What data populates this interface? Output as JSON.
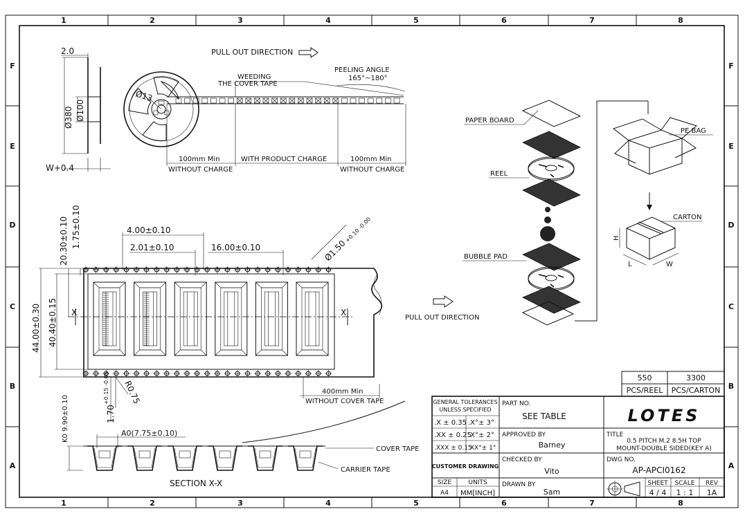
{
  "border": {
    "columns": [
      "1",
      "2",
      "3",
      "4",
      "5",
      "6",
      "7",
      "8"
    ],
    "rows": [
      "F",
      "E",
      "D",
      "C",
      "B",
      "A"
    ]
  },
  "reel_view": {
    "dim_flange": "2.0",
    "dim_outer": "Ø380",
    "dim_hub": "Ø100",
    "dim_arbor": "Ø13",
    "dim_width": "W+0.4"
  },
  "pull_out_top": "PULL OUT DIRECTION",
  "weeding_line1": "WEEDING",
  "weeding_line2": "THE COVER TAPE",
  "peeling_line1": "PEELING ANGLE",
  "peeling_line2": "165°~180°",
  "leader_sections": [
    {
      "line1": "100mm  Min",
      "line2": "WITHOUT  CHARGE"
    },
    {
      "line1": "WITH PRODUCT CHARGE",
      "line2": ""
    },
    {
      "line1": "100mm  Min",
      "line2": "WITHOUT  CHARGE"
    }
  ],
  "tape_dims": {
    "pitch_hole": "4.00±0.10",
    "hole_to_pocket": "2.01±0.10",
    "pocket_pitch": "16.00±0.10",
    "hole_dia": "Ø1.50",
    "hole_dia_tol": "+0.10 -0.00",
    "edge_to_center": "20.30±0.10",
    "edge_to_hole": "1.75±0.10",
    "tape_width": "44.00±0.30",
    "pocket_width": "40.40±0.15",
    "cavity_depth": "1.70",
    "cavity_tol": "+0.15 -0.05",
    "corner_radius": "R0.75",
    "section_mark": "X",
    "trail_len": "400mm  Min",
    "trail_note": "WITHOUT  COVER  TAPE"
  },
  "pull_out_mid": "PULL  OUT  DIRECTION",
  "section": {
    "k0": "K0  9.90±0.10",
    "a0": "A0(7.75±0.10)",
    "cover_tape": "COVER  TAPE",
    "carrier_tape": "CARRIER  TAPE",
    "title": "SECTION  X-X"
  },
  "packing": {
    "paper_board": "PAPER  BOARD",
    "reel": "REEL",
    "bubble_pad": "BUBBLE  PAD",
    "pe_bag": "PE  BAG",
    "carton": "CARTON",
    "h": "H",
    "l": "L",
    "w": "W"
  },
  "quantity": {
    "pcs_reel_value": "550",
    "pcs_carton_value": "3300",
    "pcs_reel_label": "PCS/REEL",
    "pcs_carton_label": "PCS/CARTON"
  },
  "title_block": {
    "tol_header1": "GENERAL TOLERANCES",
    "tol_header2": "UNLESS  SPECIFIED",
    "tol_rows": [
      {
        "lin": ".X ±  0.35",
        "ang": ".X°±  3°"
      },
      {
        "lin": ".XX ± 0.25",
        "ang": ".X°±  2°"
      },
      {
        "lin": ".XXX ± 0.15",
        "ang": ".XX°± 1°"
      }
    ],
    "customer_drawing": "CUSTOMER DRAWING",
    "size_label": "SIZE",
    "size_value": "A4",
    "units_label": "UNITS",
    "units_value": "MM[INCH]",
    "part_no_label": "PART NO.",
    "part_no_value": "SEE TABLE",
    "approved_label": "APPROVED BY",
    "approved_value": "Barney",
    "checked_label": "CHECKED BY",
    "checked_value": "Vito",
    "drawn_label": "DRAWN BY",
    "drawn_value": "Sam",
    "logo": "LOTES",
    "title_label": "TITLE",
    "title_line1": "0.5 PITCH M.2 8.5H TOP",
    "title_line2": "MOUNT-DOUBLE SIDED(KEY A)",
    "dwg_label": "DWG NO.",
    "dwg_value": "AP-APCI0162",
    "sheet_label": "SHEET",
    "sheet_value": "4 / 4",
    "scale_label": "SCALE",
    "scale_value": "1 : 1",
    "rev_label": "REV",
    "rev_value": "1A"
  }
}
